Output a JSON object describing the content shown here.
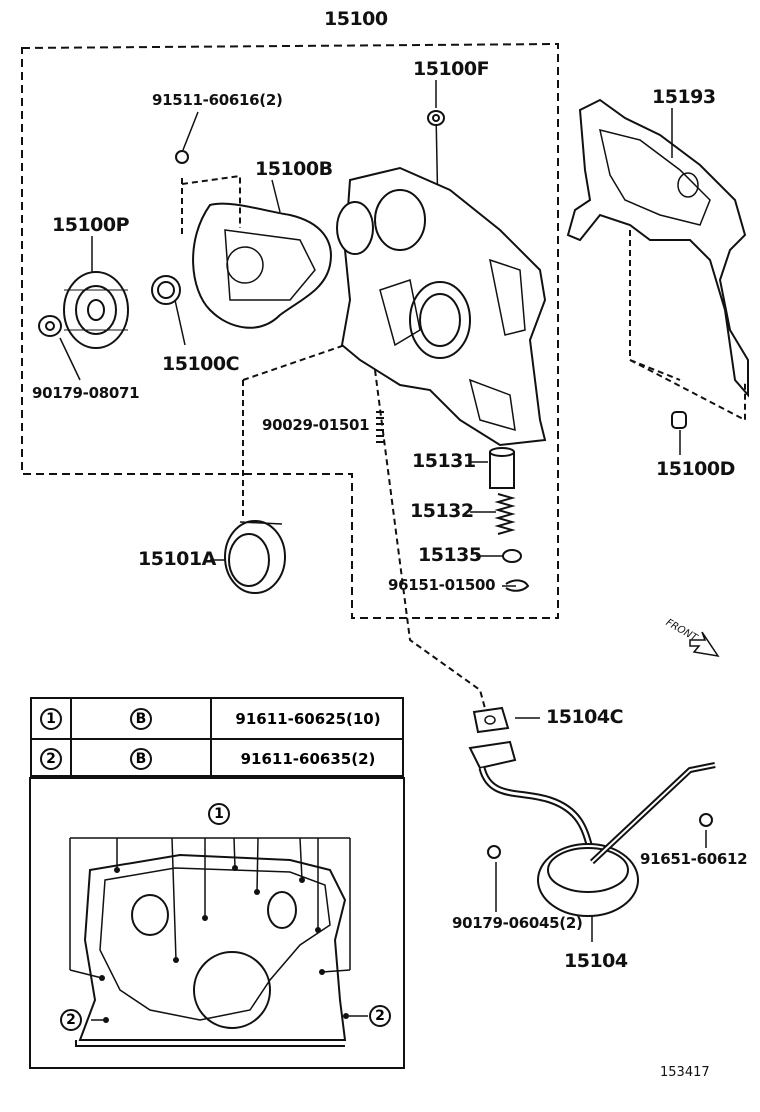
{
  "labels": {
    "assembly": "15100",
    "bolt_top": "91511-60616(2)",
    "plug": "15100F",
    "gasket_b": "15100B",
    "gear": "15100P",
    "gasket_cover": "15193",
    "collar": "15100C",
    "nut": "90179-08071",
    "pin": "15100D",
    "stud": "90029-01501",
    "valve": "15131",
    "spring": "15132",
    "retainer": "15135",
    "clip": "96151-01500",
    "seal": "15101A",
    "strainer_gasket": "15104C",
    "bolt_strainer": "91651-60612",
    "nut_strainer": "90179-06045(2)",
    "strainer": "15104",
    "front": "FRONT",
    "catalog_no": "153417"
  },
  "bolt_table": {
    "rows": [
      {
        "marker": "1",
        "type": "B",
        "part": "91611-60625(10)"
      },
      {
        "marker": "2",
        "type": "B",
        "part": "91611-60635(2)"
      }
    ]
  },
  "inset_markers": {
    "m1": "1",
    "m2a": "2",
    "m2b": "2"
  }
}
